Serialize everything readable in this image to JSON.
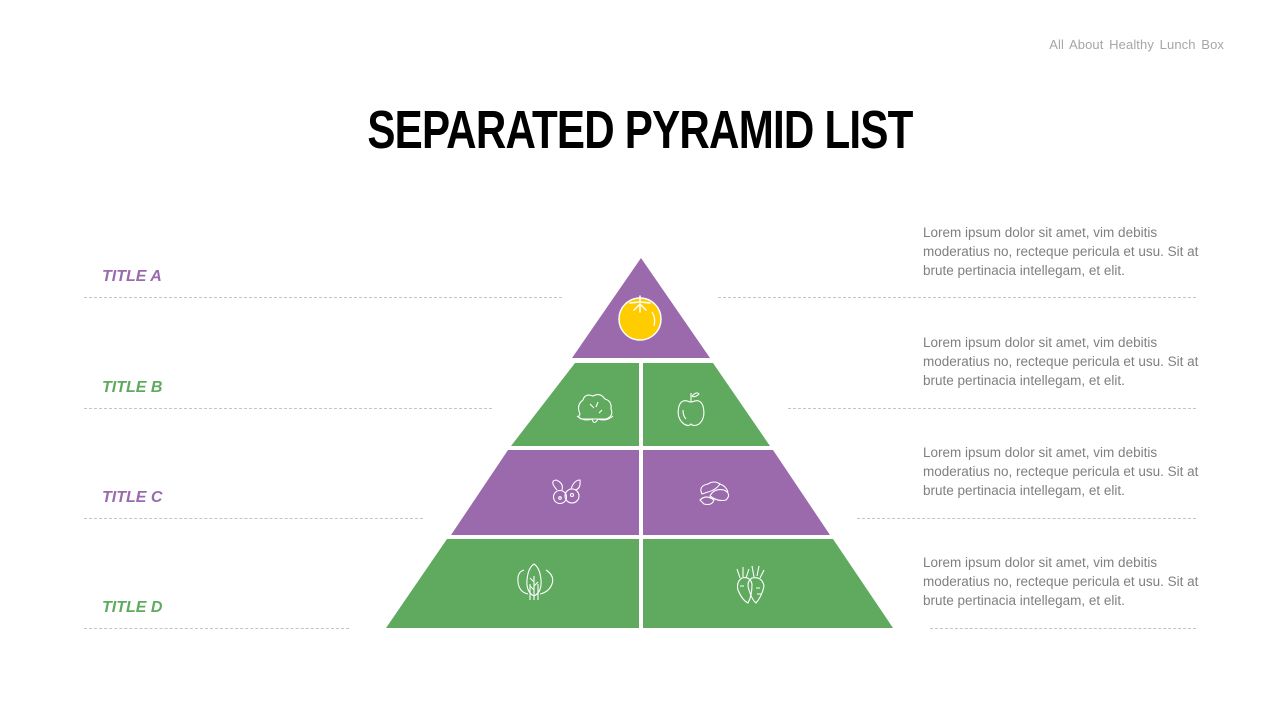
{
  "header": {
    "tag": "All About  Healthy Lunch  Box"
  },
  "slide": {
    "title": "SEPARATED PYRAMID LIST"
  },
  "colors": {
    "purple": "#9b6aad",
    "green": "#5faa5f",
    "tomato": "#ffcc00",
    "text_gray": "#7f7f7f",
    "divider": "#c4c4c4"
  },
  "tiers": [
    {
      "title": "TITLE A",
      "title_color": "#9b6aad",
      "fill": "#9b6aad",
      "description": "Lorem ipsum dolor sit amet, vim debitis moderatius no, recteque pericula et usu. Sit at brute pertinacia intellegam, et elit.",
      "icons": [
        "tomato-icon"
      ]
    },
    {
      "title": "TITLE B",
      "title_color": "#5faa5f",
      "fill": "#5faa5f",
      "description": "Lorem ipsum dolor sit amet, vim debitis moderatius no, recteque pericula et usu. Sit at brute pertinacia intellegam, et elit.",
      "icons": [
        "cauliflower-icon",
        "apple-icon"
      ]
    },
    {
      "title": "TITLE C",
      "title_color": "#9b6aad",
      "fill": "#9b6aad",
      "description": "Lorem ipsum dolor sit amet, vim debitis moderatius no, recteque pericula et usu. Sit at brute pertinacia intellegam, et elit.",
      "icons": [
        "blueberries-icon",
        "nuts-icon"
      ]
    },
    {
      "title": "TITLE D",
      "title_color": "#5faa5f",
      "fill": "#5faa5f",
      "description": "Lorem ipsum dolor sit amet, vim debitis moderatius no, recteque pericula et usu. Sit at brute pertinacia intellegam, et elit.",
      "icons": [
        "spinach-icon",
        "carrots-icon"
      ]
    }
  ]
}
